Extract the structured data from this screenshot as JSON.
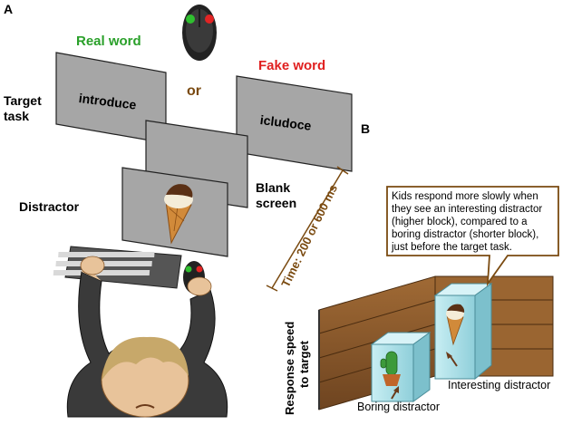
{
  "panel_a": {
    "letter": "A",
    "real_word_label": "Real word",
    "fake_word_label": "Fake word",
    "or_label": "or",
    "target_task_label_line1": "Target",
    "target_task_label_line2": "task",
    "word_real": "introduce",
    "word_fake": "icludoce",
    "distractor_label": "Distractor",
    "blank_screen_label_line1": "Blank",
    "blank_screen_label_line2": "screen",
    "time_label": "Time: 200 or 600 ms",
    "colors": {
      "real": "#2aa02a",
      "fake": "#e02020",
      "or": "#7a4a10",
      "screen": "#a6a6a6"
    }
  },
  "panel_b": {
    "letter": "B",
    "speech_bubble": [
      "Kids respond more slowly when",
      "they see an interesting distractor",
      "(higher block), compared to a",
      "boring distractor (shorter block),",
      "just before the target task."
    ],
    "y_axis_line1": "Response speed",
    "y_axis_line2": "to target",
    "interesting_label": "Interesting distractor",
    "boring_label": "Boring distractor",
    "colors": {
      "wood": "#8a5a2b",
      "block": "#a9dde6"
    }
  }
}
